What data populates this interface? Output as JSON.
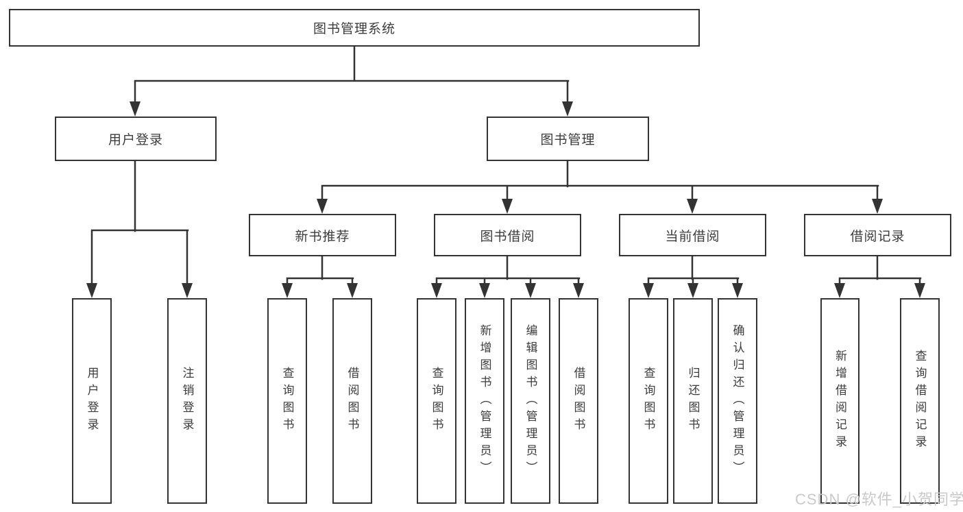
{
  "diagram": {
    "root": "图书管理系统",
    "level1": [
      "用户登录",
      "图书管理"
    ],
    "level2": [
      "新书推荐",
      "图书借阅",
      "当前借阅",
      "借阅记录"
    ],
    "leaves": {
      "user_login": [
        "用户登录",
        "注销登录"
      ],
      "new_book_recommend": [
        "查询图书",
        "借阅图书"
      ],
      "book_borrow": [
        "查询图书",
        "新增图书（管理员）",
        "编辑图书（管理员）",
        "借阅图书"
      ],
      "current_borrow": [
        "查询图书",
        "归还图书",
        "确认归还（管理员）"
      ],
      "borrow_records": [
        "新增借阅记录",
        "查询借阅记录"
      ]
    }
  },
  "watermark": "CSDN @软件_小贺同学",
  "colors": {
    "line": "#333333",
    "text": "#3c3c3c",
    "watermark": "#c9c9c9",
    "background": "#ffffff"
  }
}
